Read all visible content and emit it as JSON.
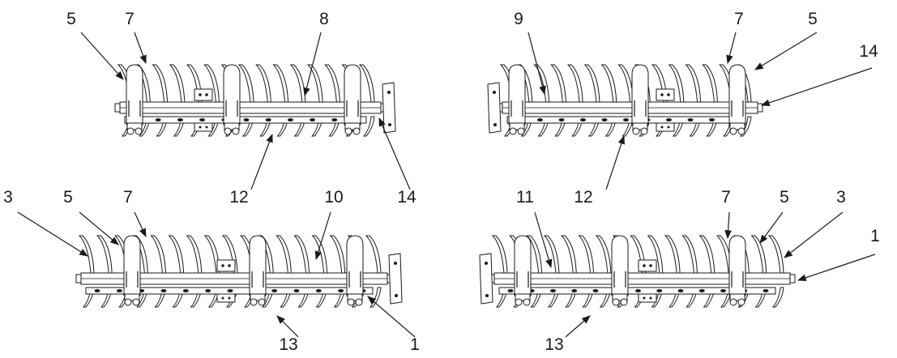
{
  "figure": {
    "title": "",
    "callouts": {
      "top_left": [
        "5",
        "7",
        "8",
        "12",
        "14"
      ],
      "top_right": [
        "9",
        "7",
        "5",
        "14",
        "12"
      ],
      "bottom_left": [
        "3",
        "5",
        "7",
        "10",
        "13",
        "1"
      ],
      "bottom_right": [
        "11",
        "7",
        "5",
        "3",
        "1",
        "13"
      ]
    }
  }
}
